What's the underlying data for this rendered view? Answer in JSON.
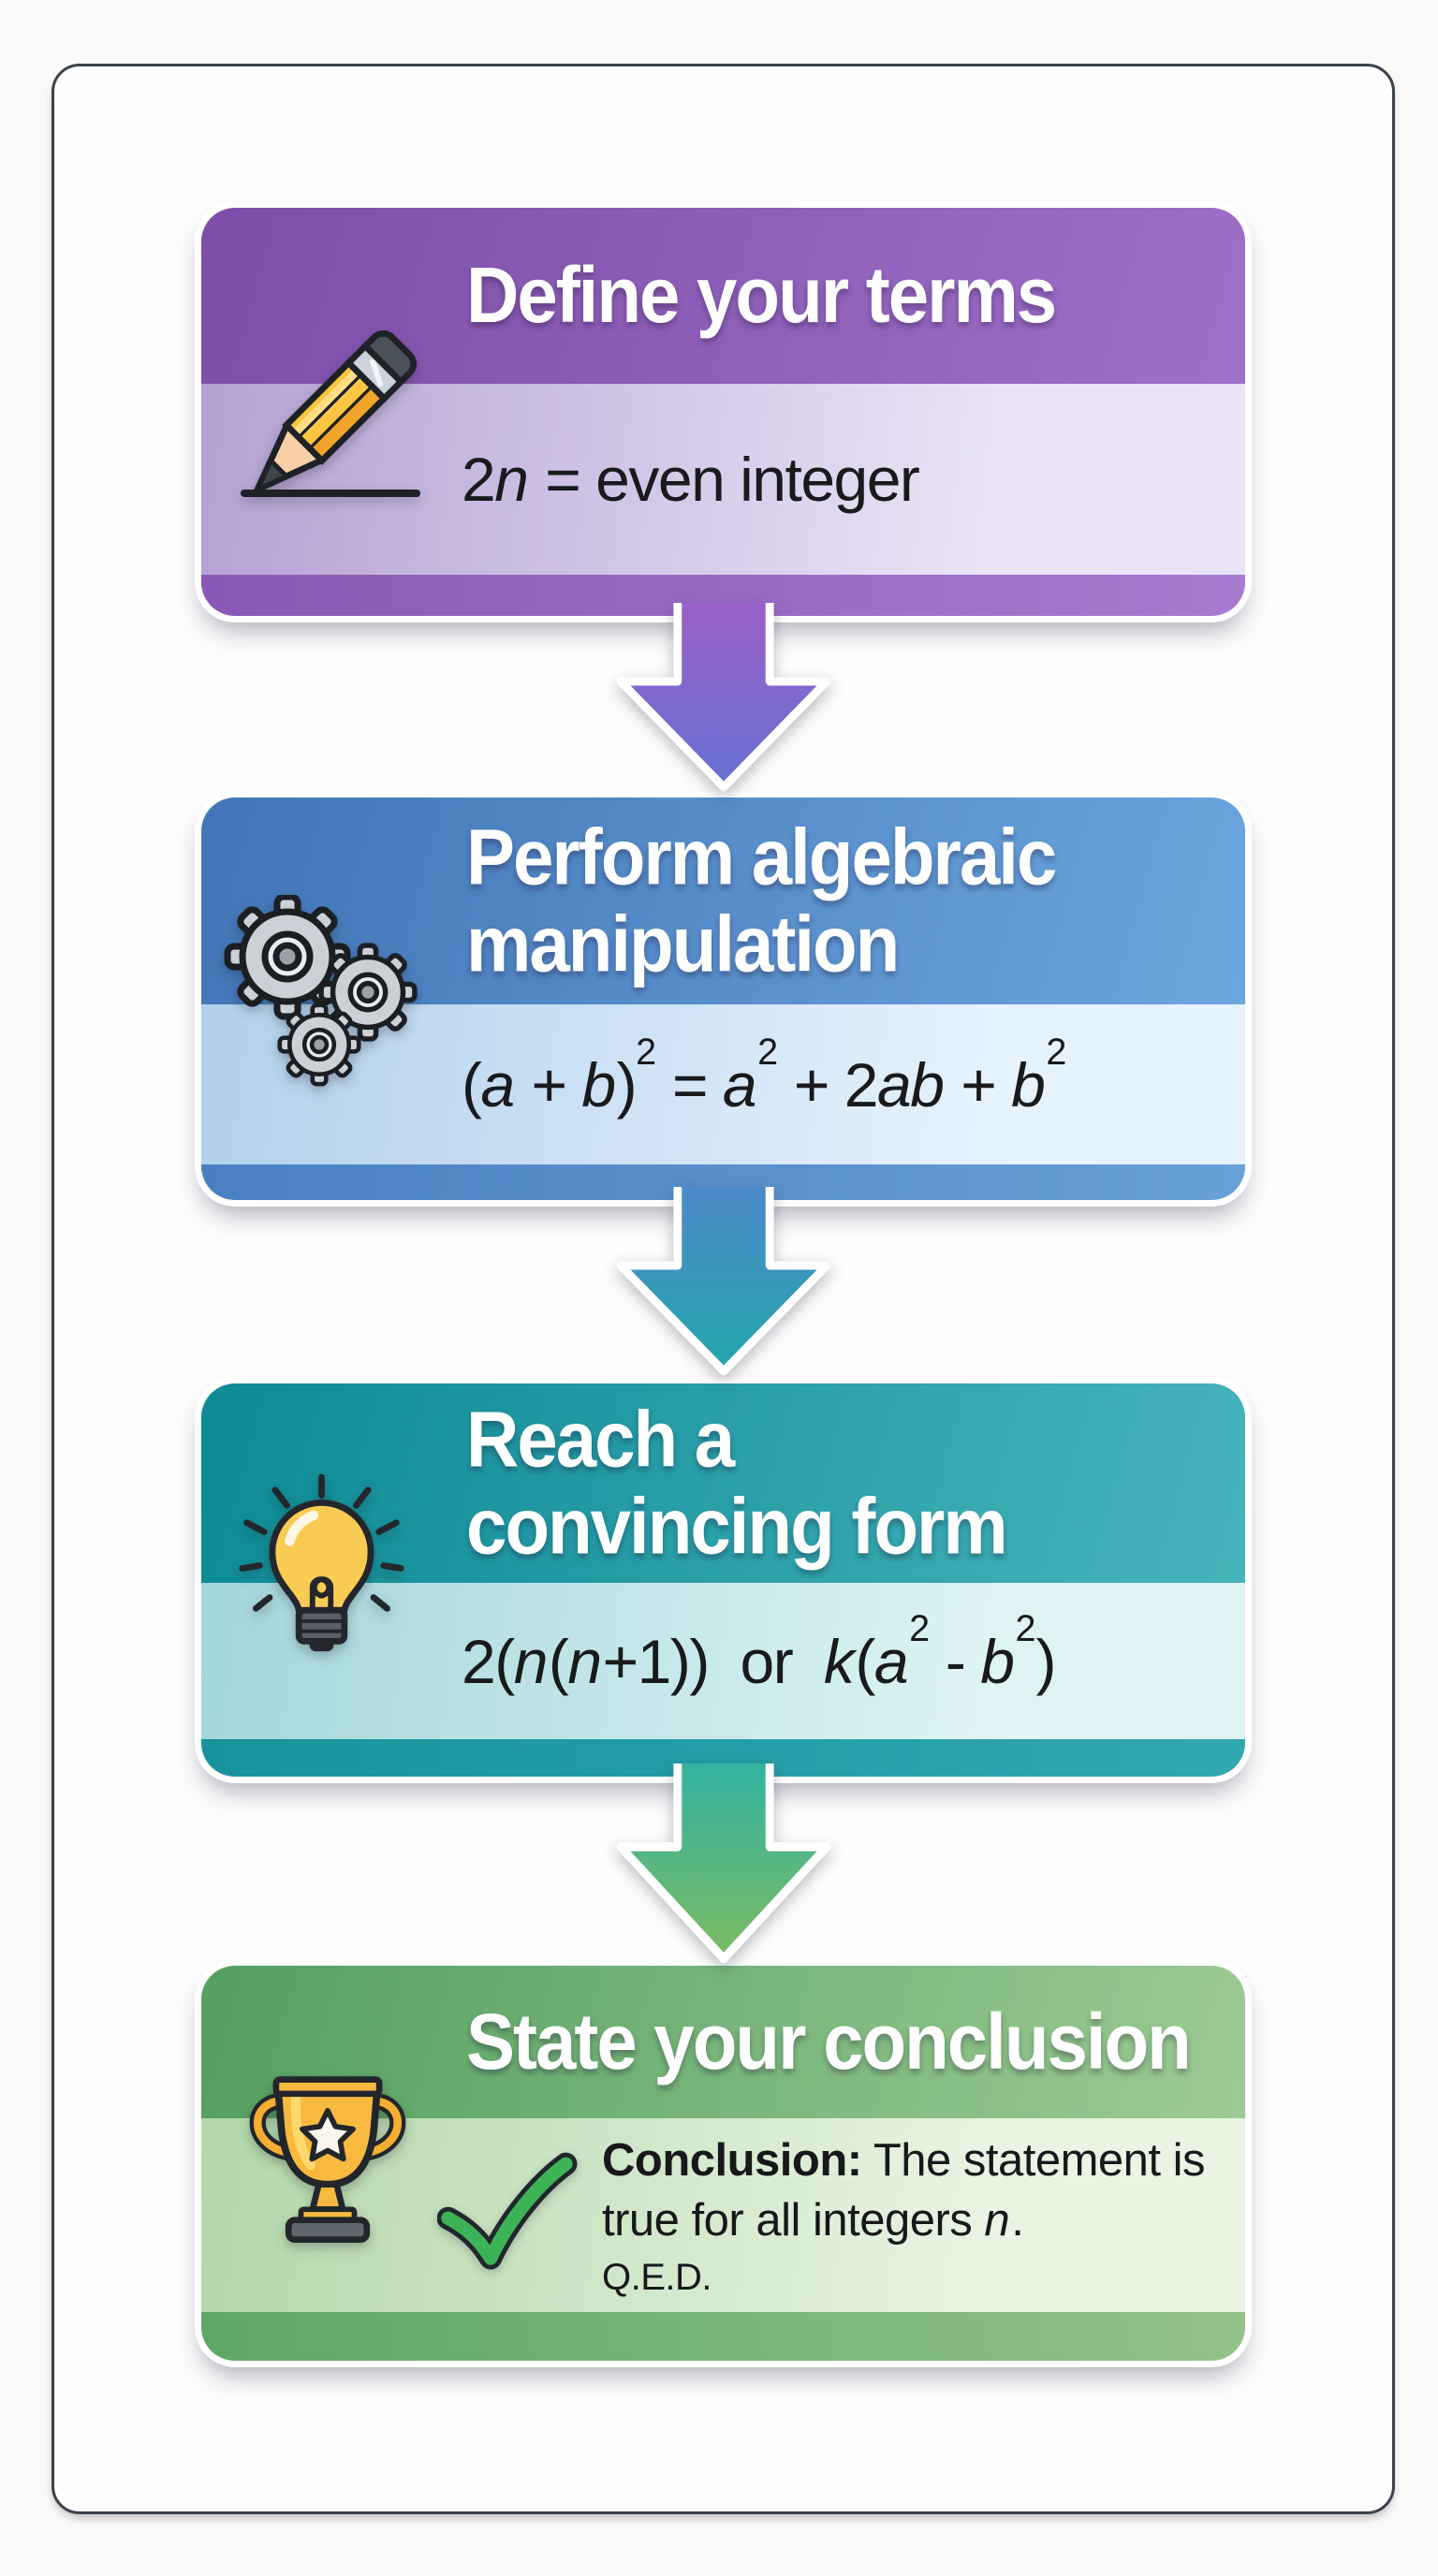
{
  "canvas": {
    "background": "#fbfaf9",
    "frame_border_color": "#3a424d",
    "card_stroke_color": "#ffffff"
  },
  "steps": [
    {
      "title": "Define your terms",
      "icon": "pencil-icon",
      "formula": [
        {
          "t": "2"
        },
        {
          "t": "n",
          "it": true
        },
        {
          "t": " = even integer"
        }
      ],
      "theme": {
        "--d1": "#7d4ea8",
        "--d2": "#9e70c8",
        "--l1": "#b4a1d3",
        "--l2": "#eae4f6",
        "--s1": "#8a58b6",
        "--s2": "#a77bd0"
      }
    },
    {
      "title": "Perform algebraic manipulation",
      "icon": "gears-icon",
      "formula": [
        {
          "t": "("
        },
        {
          "t": "a",
          "it": true
        },
        {
          "t": " + "
        },
        {
          "t": "b",
          "it": true
        },
        {
          "t": ")"
        },
        {
          "t": "2",
          "sup": true
        },
        {
          "t": " = "
        },
        {
          "t": "a",
          "it": true
        },
        {
          "t": "2",
          "sup": true
        },
        {
          "t": " + 2"
        },
        {
          "t": "ab",
          "it": true
        },
        {
          "t": " + "
        },
        {
          "t": "b",
          "it": true
        },
        {
          "t": "2",
          "sup": true
        }
      ],
      "theme": {
        "--d1": "#4275b7",
        "--d2": "#6ca6de",
        "--l1": "#b2d0ec",
        "--l2": "#e6f2fc",
        "--s1": "#4a80c1",
        "--s2": "#68a0d8"
      }
    },
    {
      "title": "Reach a convincing form",
      "icon": "lightbulb-icon",
      "formula": [
        {
          "t": "2("
        },
        {
          "t": "n",
          "it": true
        },
        {
          "t": "("
        },
        {
          "t": "n",
          "it": true
        },
        {
          "t": "+1))  or  "
        },
        {
          "t": "k",
          "it": true
        },
        {
          "t": "("
        },
        {
          "t": "a",
          "it": true
        },
        {
          "t": "2",
          "sup": true
        },
        {
          "t": " - "
        },
        {
          "t": "b",
          "it": true
        },
        {
          "t": "2",
          "sup": true
        },
        {
          "t": ")"
        }
      ],
      "theme": {
        "--d1": "#0d8a94",
        "--d2": "#47b4bc",
        "--l1": "#a4d6da",
        "--l2": "#def3f4",
        "--s1": "#17939d",
        "--s2": "#33a8b0"
      }
    },
    {
      "title": "State your conclusion",
      "icon": "trophy-icon",
      "check_icon": "checkmark-icon",
      "conclusion": [
        {
          "t": "Conclusion:",
          "b": true
        },
        {
          "t": " The statement is true for all integers "
        },
        {
          "t": "n",
          "it": true
        },
        {
          "t": "."
        }
      ],
      "qed": "Q.E.D.",
      "theme": {
        "--d1": "#549f61",
        "--d2": "#9ccb93",
        "--l1": "#b3d7aa",
        "--l2": "#e9f4e3",
        "--s1": "#5fa765",
        "--s2": "#93c288"
      }
    }
  ],
  "arrows": [
    {
      "name": "down-arrow-1",
      "theme": {
        "--c1": "#9c60c6",
        "--c2": "#6670d4"
      }
    },
    {
      "name": "down-arrow-2",
      "theme": {
        "--c1": "#4d88ca",
        "--c2": "#23a6aa"
      }
    },
    {
      "name": "down-arrow-3",
      "theme": {
        "--c1": "#30b2a4",
        "--c2": "#7bbb62"
      }
    }
  ]
}
